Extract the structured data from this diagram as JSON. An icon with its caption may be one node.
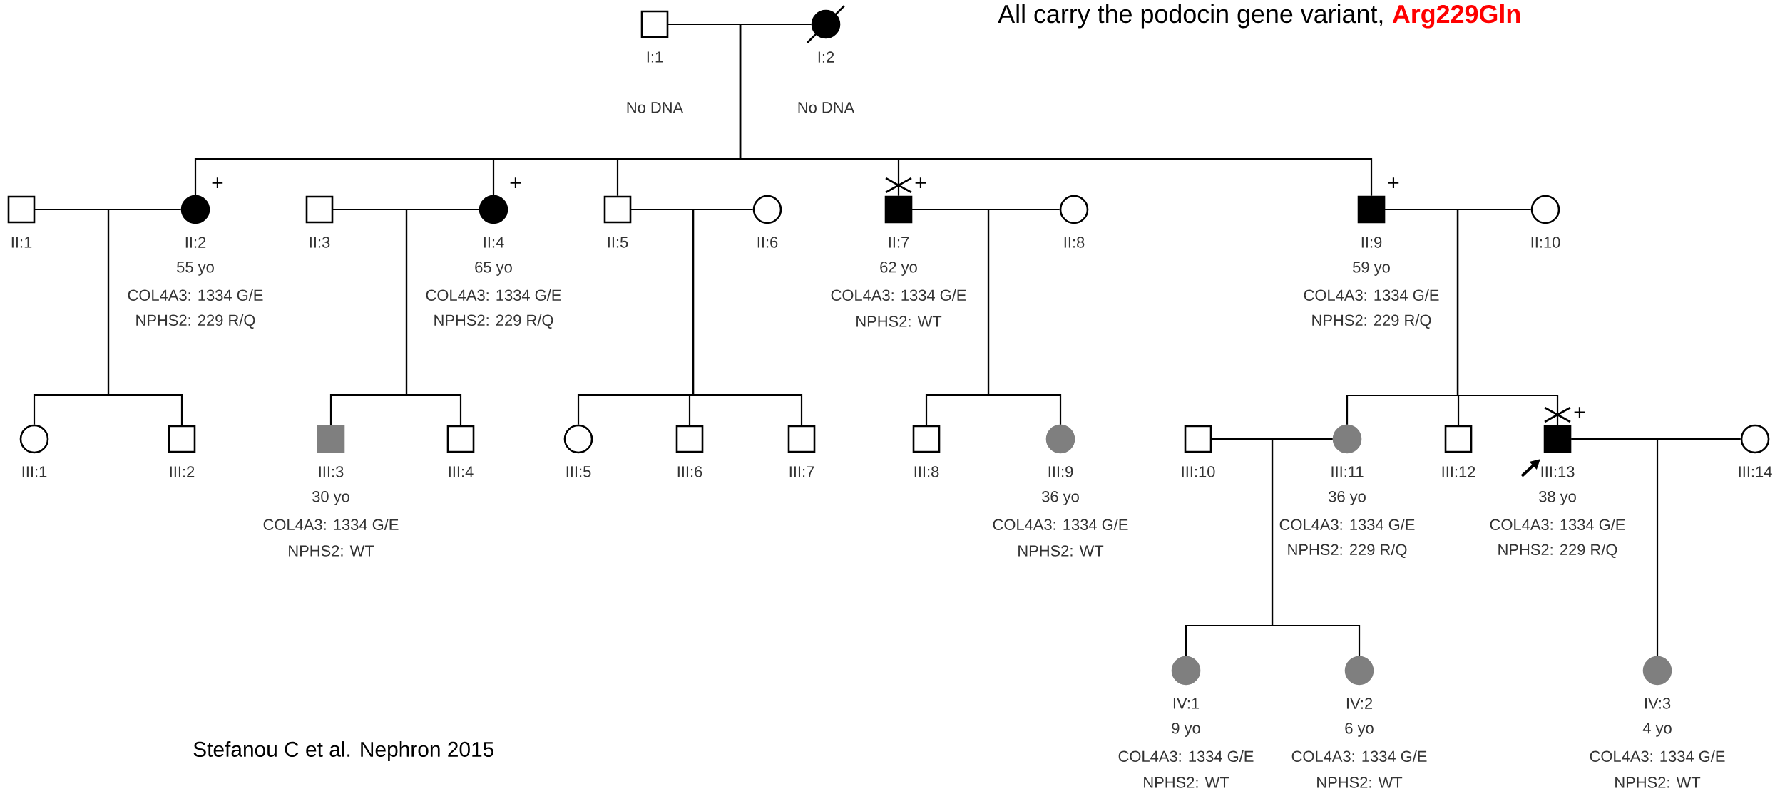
{
  "diagram": {
    "nodes": [
      {
        "text": [],
        "shape": "box",
        "beside": [
          "I:1",
          "No DNA"
        ]
      },
      {
        "text": [],
        "shape": "circle",
        "beside": [
          "I:2",
          "No DNA"
        ]
      },
      {
        "text": [],
        "shape": "box",
        "beside": [
          "II:1"
        ]
      },
      {
        "text": [],
        "shape": "circle",
        "beside": [
          "+",
          "II:2",
          "55 yo",
          "COL4A3: 1334 G/E",
          "NPHS2: 229 R/Q"
        ]
      },
      {
        "text": [],
        "shape": "box",
        "beside": [
          "II:3"
        ]
      },
      {
        "text": [],
        "shape": "circle",
        "beside": [
          "+",
          "II:4",
          "65 yo",
          "COL4A3: 1334 G/E",
          "NPHS2: 229 R/Q"
        ]
      },
      {
        "text": [],
        "shape": "box",
        "beside": [
          "II:5"
        ]
      },
      {
        "text": [],
        "shape": "circle",
        "beside": [
          "II:6"
        ]
      },
      {
        "text": [],
        "shape": "box",
        "beside": [
          "+",
          "II:7",
          "62 yo",
          "COL4A3: 1334 G/E",
          "NPHS2: WT"
        ]
      },
      {
        "text": [],
        "shape": "circle",
        "beside": [
          "II:8"
        ]
      },
      {
        "text": [],
        "shape": "box",
        "beside": [
          "+",
          "II:9",
          "59 yo",
          "COL4A3: 1334 G/E",
          "NPHS2: 229 R/Q"
        ]
      },
      {
        "text": [],
        "shape": "circle",
        "beside": [
          "II:10"
        ]
      },
      {
        "text": [],
        "shape": "circle",
        "beside": [
          "III:1"
        ]
      },
      {
        "text": [],
        "shape": "box",
        "beside": [
          "III:2"
        ]
      },
      {
        "text": [],
        "shape": "box",
        "beside": [
          "III:3",
          "30 yo",
          "COL4A3: 1334 G/E",
          "NPHS2: WT"
        ]
      },
      {
        "text": [],
        "shape": "box",
        "beside": [
          "III:4"
        ]
      },
      {
        "text": [],
        "shape": "circle",
        "beside": [
          "III:5"
        ]
      },
      {
        "text": [],
        "shape": "box",
        "beside": [
          "III:6"
        ]
      },
      {
        "text": [],
        "shape": "box",
        "beside": [
          "III:7"
        ]
      },
      {
        "text": [],
        "shape": "box",
        "beside": [
          "III:8"
        ]
      },
      {
        "text": [],
        "shape": "circle",
        "beside": [
          "III:9",
          "36 yo",
          "COL4A3: 1334 G/E",
          "NPHS2: WT"
        ]
      },
      {
        "text": [],
        "shape": "box",
        "beside": [
          "III:10"
        ]
      },
      {
        "text": [],
        "shape": "circle",
        "beside": [
          "III:11",
          "36 yo",
          "COL4A3: 1334 G/E",
          "NPHS2: 229 R/Q"
        ]
      },
      {
        "text": [],
        "shape": "box",
        "beside": [
          "III:12"
        ]
      },
      {
        "text": [],
        "shape": "box",
        "beside": [
          "+",
          "III:13",
          "38 yo",
          "COL4A3: 1334 G/E",
          "NPHS2: 229 R/Q"
        ]
      },
      {
        "text": [],
        "shape": "circle",
        "beside": [
          "III:14"
        ]
      },
      {
        "text": [],
        "shape": "circle",
        "beside": [
          "IV:1",
          "9 yo",
          "COL4A3: 1334 G/E",
          "NPHS2: WT"
        ]
      },
      {
        "text": [],
        "shape": "circle",
        "beside": [
          "IV:2",
          "6 yo",
          "COL4A3: 1334 G/E",
          "NPHS2: WT"
        ]
      },
      {
        "text": [],
        "shape": "circle",
        "beside": [
          "IV:3",
          "4 yo",
          "COL4A3: 1334 G/E",
          "NPHS2: WT"
        ]
      }
    ],
    "edges": [
      {
        "from": 0,
        "to": 1,
        "arrow": "none"
      },
      {
        "from": 2,
        "to": 3,
        "arrow": "none"
      },
      {
        "from": 4,
        "to": 5,
        "arrow": "none"
      },
      {
        "from": 6,
        "to": 7,
        "arrow": "none"
      },
      {
        "from": 8,
        "to": 9,
        "arrow": "none"
      },
      {
        "from": 10,
        "to": 11,
        "arrow": "none"
      },
      {
        "from": 21,
        "to": 22,
        "arrow": "none"
      },
      {
        "from": 24,
        "to": 25,
        "arrow": "none"
      },
      {
        "from": 0,
        "to": 3,
        "arrow": "none"
      },
      {
        "from": 0,
        "to": 5,
        "arrow": "none"
      },
      {
        "from": 0,
        "to": 6,
        "arrow": "none"
      },
      {
        "from": 0,
        "to": 8,
        "arrow": "none"
      },
      {
        "from": 0,
        "to": 10,
        "arrow": "none"
      },
      {
        "from": 2,
        "to": 12,
        "arrow": "none"
      },
      {
        "from": 2,
        "to": 13,
        "arrow": "none"
      },
      {
        "from": 4,
        "to": 14,
        "arrow": "none"
      },
      {
        "from": 4,
        "to": 15,
        "arrow": "none"
      },
      {
        "from": 6,
        "to": 16,
        "arrow": "none"
      },
      {
        "from": 6,
        "to": 17,
        "arrow": "none"
      },
      {
        "from": 6,
        "to": 18,
        "arrow": "none"
      },
      {
        "from": 8,
        "to": 19,
        "arrow": "none"
      },
      {
        "from": 8,
        "to": 20,
        "arrow": "none"
      },
      {
        "from": 10,
        "to": 22,
        "arrow": "none"
      },
      {
        "from": 10,
        "to": 23,
        "arrow": "none"
      },
      {
        "from": 10,
        "to": 24,
        "arrow": "none"
      },
      {
        "from": 21,
        "to": 26,
        "arrow": "none"
      },
      {
        "from": 21,
        "to": 27,
        "arrow": "none"
      },
      {
        "from": 24,
        "to": 28,
        "arrow": "none"
      }
    ],
    "labels": [
      "All carry the podocin gene variant,",
      "Arg229Gln",
      "Stefanou C et al. Nephron 2015"
    ]
  }
}
